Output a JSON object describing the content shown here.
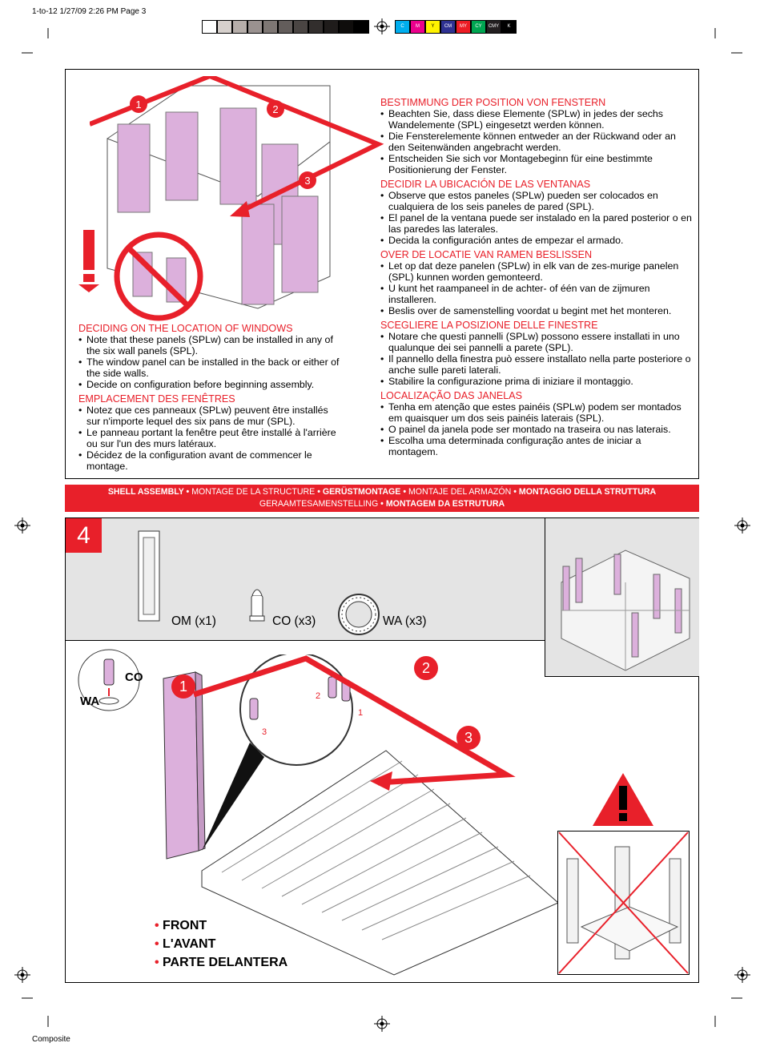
{
  "header": {
    "slug": "1-to-12  1/27/09  2:26 PM  Page 3",
    "footer": "Composite"
  },
  "colorbar": {
    "grays": [
      "#ffffff",
      "#d6d0cc",
      "#b6aeaa",
      "#9a9290",
      "#7e7774",
      "#635d5b",
      "#4a4543",
      "#322e2d",
      "#1f1c1b",
      "#0f0d0c",
      "#000000"
    ],
    "process": [
      {
        "label": "C",
        "color": "#00aeef"
      },
      {
        "label": "M",
        "color": "#ec008c"
      },
      {
        "label": "Y",
        "color": "#fff200"
      },
      {
        "label": "CM",
        "color": "#2e3192"
      },
      {
        "label": "MY",
        "color": "#ed1c24"
      },
      {
        "label": "CY",
        "color": "#00a651"
      },
      {
        "label": "CMY",
        "color": "#231f20"
      },
      {
        "label": "K",
        "color": "#000000"
      }
    ]
  },
  "top_right": [
    {
      "title": "BESTIMMUNG DER POSITION VON FENSTERN",
      "items": [
        "Beachten Sie, dass diese Elemente (SPLw) in jedes der sechs Wandelemente (SPL) eingesetzt werden können.",
        "Die Fensterelemente können entweder an der Rückwand oder an den Seitenwänden angebracht werden.",
        "Entscheiden Sie sich vor Montagebeginn für eine bestimmte Positionierung der Fenster."
      ]
    },
    {
      "title": "DECIDIR LA UBICACIÓN DE LAS VENTANAS",
      "items": [
        "Observe que estos paneles (SPLw) pueden ser colocados en cualquiera de los seis paneles de pared (SPL).",
        "El panel de la ventana puede ser instalado en la pared posterior o en las paredes las laterales.",
        "Decida la configuración antes de empezar el armado."
      ]
    },
    {
      "title": "OVER DE LOCATIE VAN RAMEN BESLISSEN",
      "items": [
        "Let op dat deze panelen (SPLw) in elk van de zes-murige panelen (SPL) kunnen worden gemonteerd.",
        "U kunt het raampaneel in de achter- of één van de zijmuren installeren.",
        "Beslis over de samenstelling voordat u begint met het monteren."
      ]
    },
    {
      "title": "SCEGLIERE LA POSIZIONE DELLE FINESTRE",
      "items": [
        "Notare che questi pannelli (SPLw) possono essere installati in uno qualunque dei sei pannelli a parete (SPL).",
        "Il pannello della finestra può essere installato nella parte posteriore o anche sulle pareti laterali.",
        "Stabilire la configurazione prima di iniziare il montaggio."
      ]
    },
    {
      "title": "LOCALIZAÇÃO DAS JANELAS",
      "items": [
        "Tenha em atenção que estes painéis (SPLw) podem ser montados em quaisquer um dos seis painéis laterais (SPL).",
        "O painel da janela pode ser montado na traseira ou nas laterais.",
        "Escolha uma determinada configuração antes de iniciar a montagem."
      ]
    }
  ],
  "top_left": [
    {
      "title": "DECIDING ON THE LOCATION OF WINDOWS",
      "items": [
        "Note that these panels (SPLw)  can be installed in any of the six wall panels (SPL).",
        "The window panel can be installed in the back or either of the side walls.",
        "Decide on configuration before beginning assembly."
      ]
    },
    {
      "title": "EMPLACEMENT DES FENÊTRES",
      "items": [
        "Notez que ces panneaux (SPLw) peuvent être installés sur n'importe lequel des six pans de mur (SPL).",
        "Le panneau portant la fenêtre peut être installé à l'arrière ou sur l'un des murs latéraux.",
        "Décidez de la configuration avant de commencer le montage."
      ]
    }
  ],
  "banner": {
    "line1": [
      {
        "t": "SHELL ASSEMBLY",
        "b": true
      },
      {
        "t": " • ",
        "b": true
      },
      {
        "t": "MONTAGE DE LA STRUCTURE",
        "b": false
      },
      {
        "t": " • ",
        "b": true
      },
      {
        "t": "GERÜSTMONTAGE",
        "b": true
      },
      {
        "t": " • ",
        "b": true
      },
      {
        "t": "MONTAJE DEL ARMAZÓN",
        "b": false
      },
      {
        "t": " • ",
        "b": true
      },
      {
        "t": "MONTAGGIO DELLA STRUTTURA",
        "b": true
      }
    ],
    "line2": [
      {
        "t": "GERAAMTESAMENSTELLING",
        "b": false
      },
      {
        "t": " • ",
        "b": true
      },
      {
        "t": "MONTAGEM DA ESTRUTURA",
        "b": true
      }
    ]
  },
  "step": {
    "number": "4",
    "parts": [
      {
        "label": "OM (x1)"
      },
      {
        "label": "CO (x3)"
      },
      {
        "label": "WA (x3)"
      }
    ],
    "detail_labels": {
      "co": "CO",
      "wa": "WA"
    },
    "callouts": [
      "1",
      "2",
      "3"
    ],
    "zoom_callouts": [
      "1",
      "2",
      "3"
    ],
    "front": [
      "FRONT",
      "L'AVANT",
      "PARTE DELANTERA"
    ]
  },
  "colors": {
    "accent": "#e8202a",
    "panel_pink": "#dcb0dc",
    "step_bg": "#e4e4e4"
  }
}
